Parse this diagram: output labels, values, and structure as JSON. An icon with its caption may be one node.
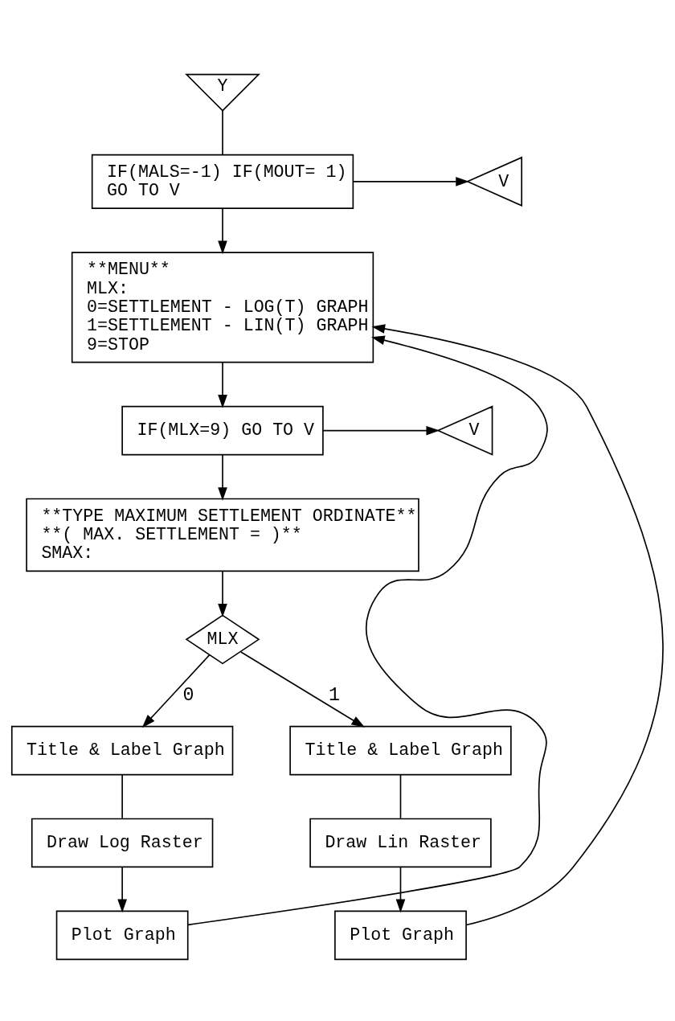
{
  "diagram": {
    "nodes": [
      {
        "text": [
          "Y"
        ]
      },
      {
        "text": [
          "IF(MALS=-1) IF(MOUT= 1)",
          "GO TO V"
        ]
      },
      {
        "text": [
          "V"
        ]
      },
      {
        "text": [
          "**MENU**",
          "MLX:",
          "0=SETTLEMENT - LOG(T) GRAPH",
          "1=SETTLEMENT - LIN(T) GRAPH",
          "9=STOP"
        ]
      },
      {
        "text": [
          "IF(MLX=9) GO TO V"
        ]
      },
      {
        "text": [
          "V"
        ]
      },
      {
        "text": [
          "**TYPE MAXIMUM SETTLEMENT ORDINATE**",
          "**( MAX. SETTLEMENT = )**",
          "SMAX:"
        ]
      },
      {
        "text": [
          "MLX"
        ]
      },
      {
        "text": [
          "Title & Label Graph"
        ]
      },
      {
        "text": [
          "Draw Log Raster"
        ]
      },
      {
        "text": [
          "Plot Graph"
        ]
      },
      {
        "text": [
          "Title & Label Graph"
        ]
      },
      {
        "text": [
          "Draw Lin Raster"
        ]
      },
      {
        "text": [
          "Plot Graph"
        ]
      }
    ],
    "edges": [
      {
        "from": 0,
        "to": 1,
        "arrow": "none"
      },
      {
        "from": 1,
        "to": 2,
        "arrow": "to"
      },
      {
        "from": 1,
        "to": 3,
        "arrow": "to"
      },
      {
        "from": 3,
        "to": 4,
        "arrow": "to"
      },
      {
        "from": 4,
        "to": 5,
        "arrow": "to"
      },
      {
        "from": 4,
        "to": 6,
        "arrow": "to"
      },
      {
        "from": 6,
        "to": 7,
        "arrow": "to"
      },
      {
        "from": 7,
        "to": 8,
        "arrow": "to",
        "label": "0"
      },
      {
        "from": 7,
        "to": 11,
        "arrow": "to",
        "label": "1"
      },
      {
        "from": 8,
        "to": 9,
        "arrow": "none"
      },
      {
        "from": 9,
        "to": 10,
        "arrow": "to"
      },
      {
        "from": 11,
        "to": 12,
        "arrow": "none"
      },
      {
        "from": 12,
        "to": 13,
        "arrow": "to"
      },
      {
        "from": 10,
        "to": 3,
        "arrow": "to"
      },
      {
        "from": 13,
        "to": 3,
        "arrow": "to"
      }
    ]
  }
}
